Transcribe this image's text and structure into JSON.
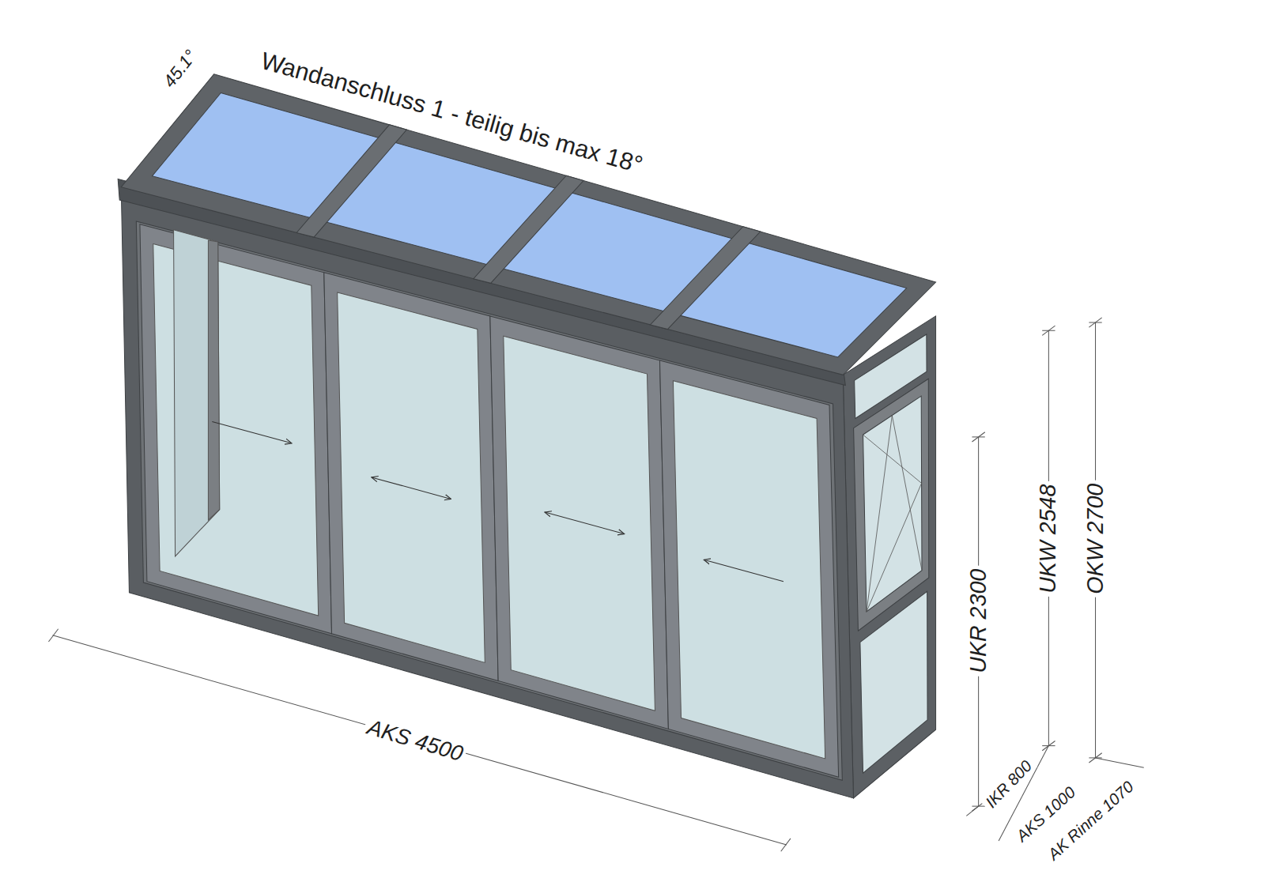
{
  "diagram": {
    "labels": [
      "45.1°",
      "Wandanschluss 1 - teilig bis max 18°",
      "AKS 4500",
      "UKR 2300",
      "UKW 2548",
      "OKW 2700",
      "IKR 800",
      "AKS 1000",
      "AK Rinne 1070"
    ]
  }
}
